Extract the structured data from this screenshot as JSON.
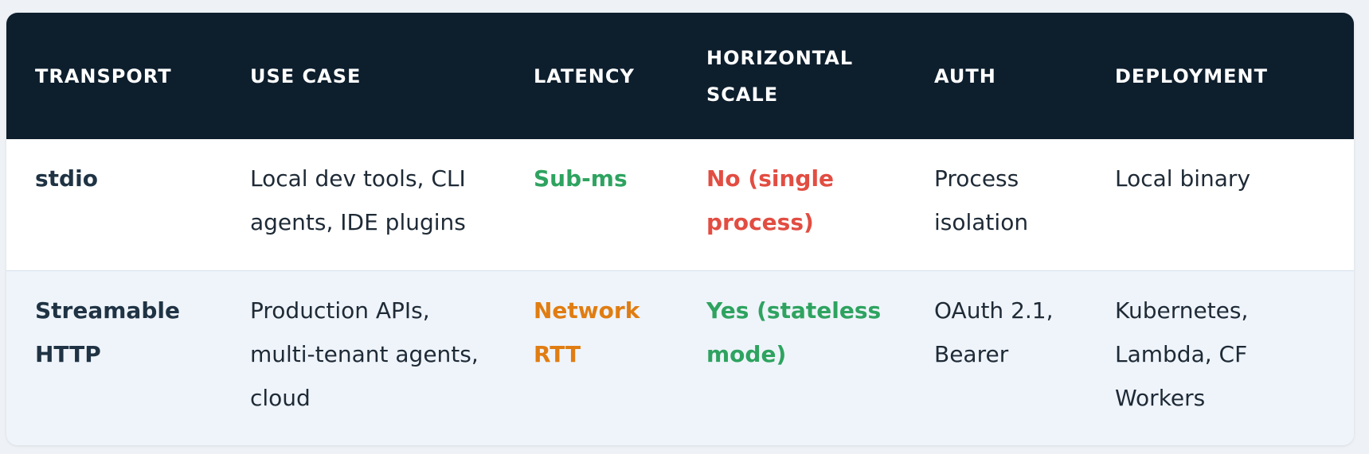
{
  "headers": [
    "TRANSPORT",
    "USE CASE",
    "LATENCY",
    "HORIZONTAL SCALE",
    "AUTH",
    "DEPLOYMENT"
  ],
  "colors": {
    "header_bg": "#0d1e2d",
    "good": "#2ea360",
    "bad": "#e24d42",
    "warn": "#e07d12"
  },
  "rows": [
    {
      "transport": "stdio",
      "use_case": "Local dev tools, CLI agents, IDE plugins",
      "latency": "Sub-ms",
      "horizontal_scale": "No (single process)",
      "auth": "Process isolation",
      "deployment": "Local binary"
    },
    {
      "transport": "Streamable HTTP",
      "use_case": "Production APIs, multi-tenant agents, cloud",
      "latency": "Network RTT",
      "horizontal_scale": "Yes (stateless mode)",
      "auth": "OAuth 2.1, Bearer",
      "deployment": "Kubernetes, Lambda, CF Workers"
    }
  ]
}
